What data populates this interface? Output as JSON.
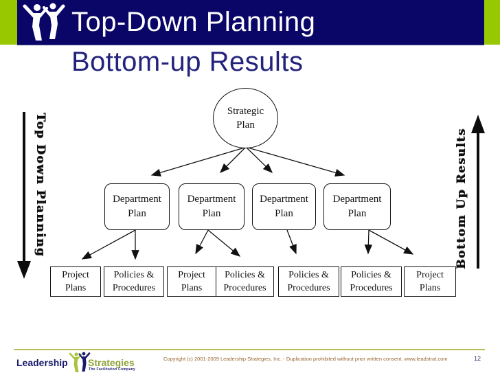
{
  "header": {
    "title_line1": "Top-Down Planning",
    "title_line2": "Bottom-up Results"
  },
  "side_labels": {
    "left": "Top Down Planning",
    "right": "Bottom Up Results"
  },
  "diagram": {
    "root": {
      "line1": "Strategic",
      "line2": "Plan"
    },
    "departments": [
      {
        "line1": "Department",
        "line2": "Plan"
      },
      {
        "line1": "Department",
        "line2": "Plan"
      },
      {
        "line1": "Department",
        "line2": "Plan"
      },
      {
        "line1": "Department",
        "line2": "Plan"
      }
    ],
    "bottom_row": [
      {
        "line1": "Project",
        "line2": "Plans"
      },
      {
        "line1": "Policies &",
        "line2": "Procedures"
      },
      {
        "line1": "Project",
        "line2": "Plans"
      },
      {
        "line1": "Policies &",
        "line2": "Procedures"
      },
      {
        "line1": "Policies &",
        "line2": "Procedures"
      },
      {
        "line1": "Policies &",
        "line2": "Procedures"
      },
      {
        "line1": "Project",
        "line2": "Plans"
      }
    ]
  },
  "footer": {
    "logo_word1": "Leadership",
    "logo_word2": "Strategies",
    "logo_tagline": "The Facilitation Company",
    "copyright": "Copyright (c) 2001-2009 Leadership Strategies, Inc. - Duplication prohibited without prior written consent. www.leadstrat.com",
    "page_number": "12"
  },
  "colors": {
    "navy_bar": "#0a0668",
    "lime_green": "#97c800",
    "title2_navy": "#23237d",
    "footer_line": "#b8bf55",
    "copyright_text": "#996633",
    "logo_green": "#8fa43a"
  }
}
